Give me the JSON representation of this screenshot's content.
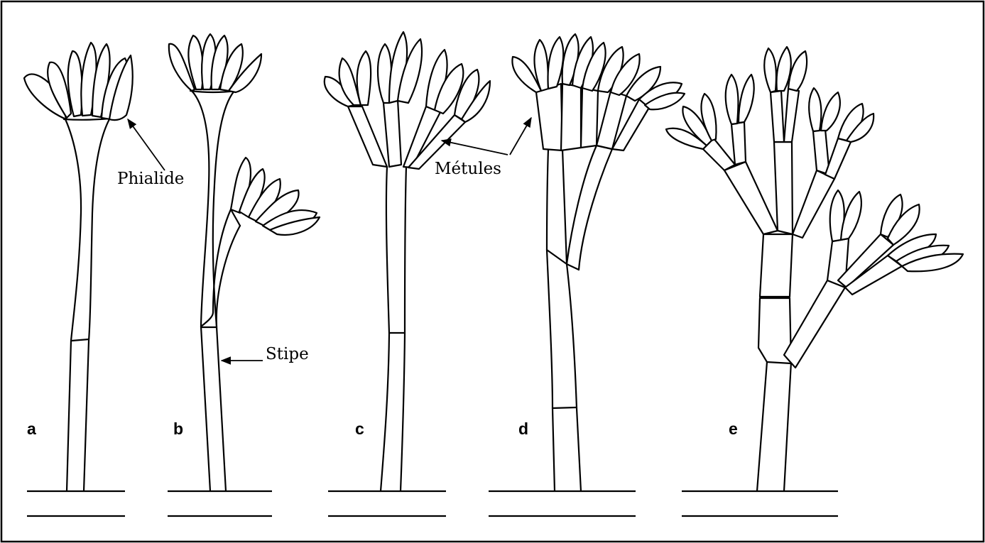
{
  "figure": {
    "annotations": {
      "phialide": "Phialide",
      "metules": "Métules",
      "stipe": "Stipe"
    },
    "panels": [
      {
        "letter": "a"
      },
      {
        "letter": "b"
      },
      {
        "letter": "c"
      },
      {
        "letter": "d"
      },
      {
        "letter": "e"
      }
    ],
    "colors": {
      "ink": "#000000",
      "background": "#ffffff"
    }
  }
}
